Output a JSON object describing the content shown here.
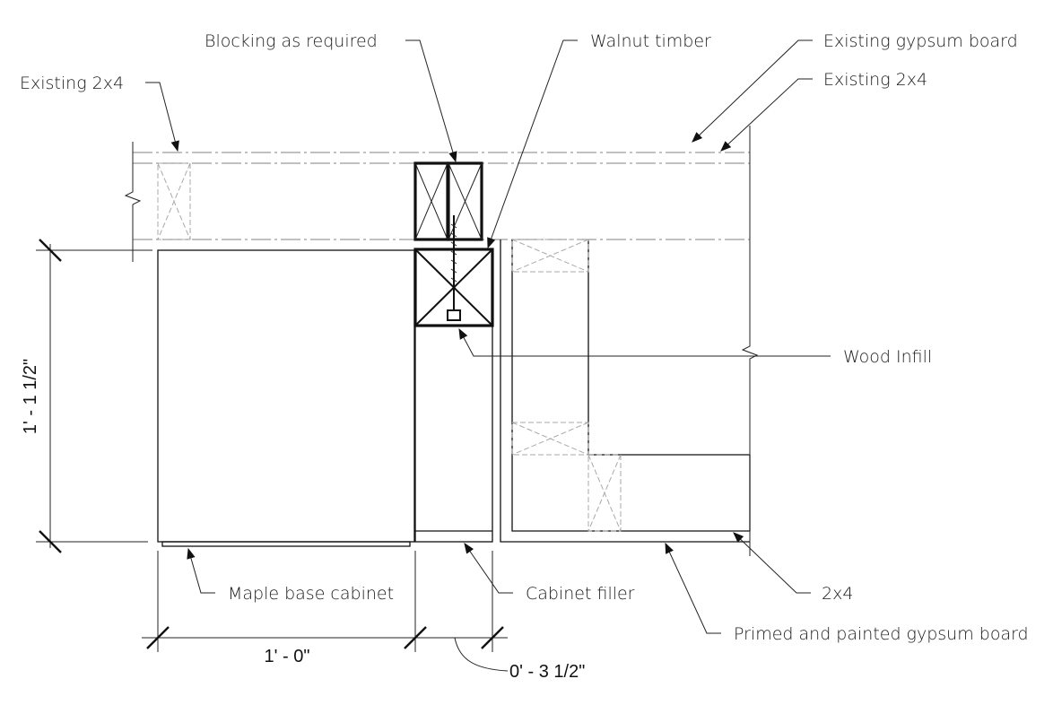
{
  "labels": {
    "blocking": "Blocking as required",
    "walnut": "Walnut timber",
    "existing_gypsum": "Existing gypsum board",
    "existing_2x4_left": "Existing 2x4",
    "existing_2x4_right": "Existing 2x4",
    "wood_infill": "Wood Infill",
    "maple_cabinet": "Maple base cabinet",
    "cabinet_filler": "Cabinet filler",
    "stud_2x4": "2x4",
    "primed_gypsum": "Primed and painted gypsum board"
  },
  "dimensions": {
    "vertical": "1' - 1 1/2\"",
    "horizontal_main": "1' - 0\"",
    "horizontal_filler": "0' - 3 1/2\""
  },
  "colors": {
    "line": "#111111",
    "ghost": "#a8a8a8",
    "background": "#ffffff"
  }
}
